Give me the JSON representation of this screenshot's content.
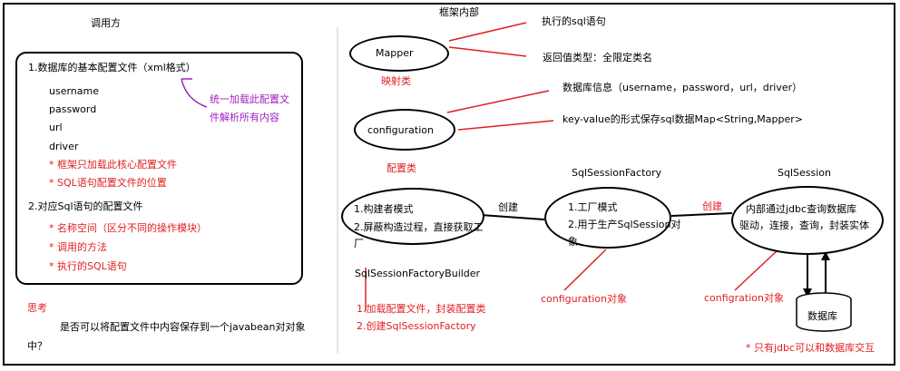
{
  "caller_title": "调用方",
  "framework_title": "框架内部",
  "config_box": {
    "heading": "1.数据库的基本配置文件（xml格式）",
    "items": [
      "username",
      "password",
      "url",
      "driver"
    ],
    "notes1": [
      "* 框架只加载此核心配置文件",
      "* SQL语句配置文件的位置"
    ],
    "heading2": "2.对应Sql语句的配置文件",
    "notes2": [
      "* 名称空间（区分不同的操作模块）",
      "* 调用的方法",
      "* 执行的SQL语句"
    ]
  },
  "purple_note": [
    "统一加载此配置文",
    "件解析所有内容"
  ],
  "thinking": {
    "label": "思考",
    "question_line1": "是否可以将配置文件中内容保存到一个javabean对对象",
    "question_line2": "中？"
  },
  "mapper": {
    "label": "Mapper",
    "caption": "映射类",
    "note1": "执行的sql语句",
    "note2": "返回值类型：全限定类名"
  },
  "configuration": {
    "label": "configuration",
    "caption": "配置类",
    "note1": "数据库信息（username，password，url，driver）",
    "note2": "key-value的形式保存sql数据Map<String,Mapper>"
  },
  "builder": {
    "line1": "1.构建者模式",
    "line2": "2.屏蔽构造过程，直接获取工",
    "line3": "厂",
    "name": "SqlSessionFactoryBuilder",
    "red1": "1.加载配置文件，封装配置类",
    "red2": "2.创建SqlSessionFactory"
  },
  "create_label_1": "创建",
  "create_label_2": "创建",
  "factory": {
    "name": "SqlSessionFactory",
    "line1": "1.工厂模式",
    "line2": "2.用于生产SqlSession对",
    "line3": "象",
    "red": "configuration对象"
  },
  "session": {
    "name": "SqlSession",
    "line1": "内部通过jdbc查询数据库",
    "line2": "驱动，连接，查询，封装实体",
    "red": "configration对象"
  },
  "database": {
    "label": "数据库",
    "note": "* 只有jdbc可以和数据库交互"
  },
  "colors": {
    "annotation_red": "#e02020",
    "annotation_purple": "#a020c0",
    "stroke": "#000000"
  }
}
